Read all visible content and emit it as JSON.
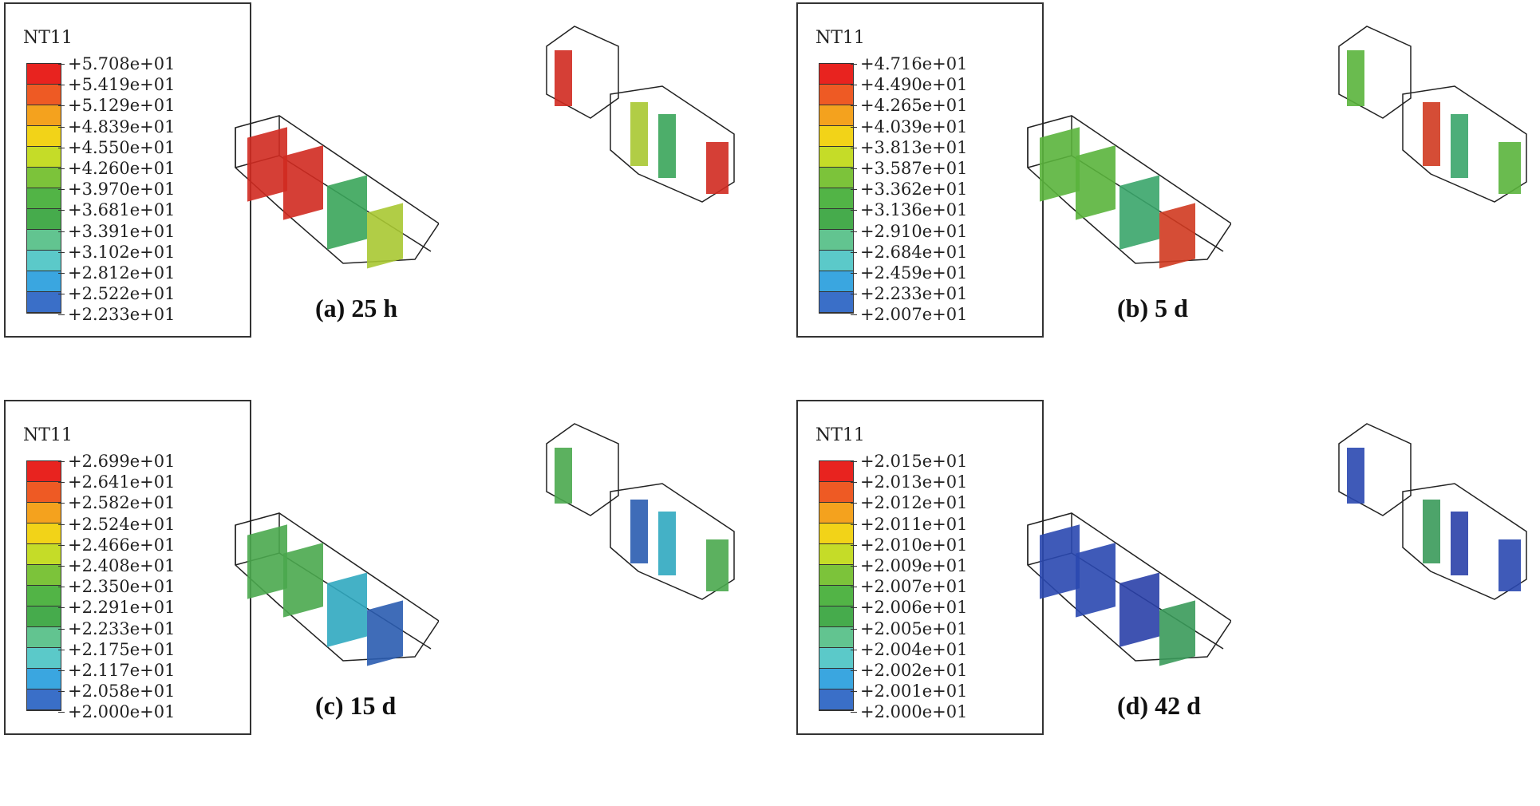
{
  "panels": [
    {
      "caption": "(a) 25 h",
      "legend_title": "NT11",
      "scale": [
        "+5.708e+01",
        "+5.419e+01",
        "+5.129e+01",
        "+4.839e+01",
        "+4.550e+01",
        "+4.260e+01",
        "+3.970e+01",
        "+3.681e+01",
        "+3.391e+01",
        "+3.102e+01",
        "+2.812e+01",
        "+2.522e+01",
        "+2.233e+01"
      ],
      "hot": "#d02a20",
      "mid": "#a8c832",
      "cool": "#3aa55a"
    },
    {
      "caption": "(b) 5 d",
      "legend_title": "NT11",
      "scale": [
        "+4.716e+01",
        "+4.490e+01",
        "+4.265e+01",
        "+4.039e+01",
        "+3.813e+01",
        "+3.587e+01",
        "+3.362e+01",
        "+3.136e+01",
        "+2.910e+01",
        "+2.684e+01",
        "+2.459e+01",
        "+2.233e+01",
        "+2.007e+01"
      ],
      "hot": "#5ab43c",
      "mid": "#d03a20",
      "cool": "#3aa56a"
    },
    {
      "caption": "(c) 15 d",
      "legend_title": "NT11",
      "scale": [
        "+2.699e+01",
        "+2.641e+01",
        "+2.582e+01",
        "+2.524e+01",
        "+2.466e+01",
        "+2.408e+01",
        "+2.350e+01",
        "+2.291e+01",
        "+2.233e+01",
        "+2.175e+01",
        "+2.117e+01",
        "+2.058e+01",
        "+2.000e+01"
      ],
      "hot": "#4aa84e",
      "mid": "#2a5cb0",
      "cool": "#30a8c0"
    },
    {
      "caption": "(d) 42 d",
      "legend_title": "NT11",
      "scale": [
        "+2.015e+01",
        "+2.013e+01",
        "+2.012e+01",
        "+2.011e+01",
        "+2.010e+01",
        "+2.009e+01",
        "+2.007e+01",
        "+2.006e+01",
        "+2.005e+01",
        "+2.004e+01",
        "+2.002e+01",
        "+2.001e+01",
        "+2.000e+01"
      ],
      "hot": "#2a48b0",
      "mid": "#3a9a5a",
      "cool": "#2a40a8"
    }
  ],
  "colormap": [
    "#e8231f",
    "#ee5a24",
    "#f4a21e",
    "#f2d318",
    "#c5dc28",
    "#7cc33a",
    "#52b446",
    "#46ab4c",
    "#62c490",
    "#5bc9c9",
    "#3aa6e0",
    "#3a6fc8",
    "#2a4aa8"
  ]
}
